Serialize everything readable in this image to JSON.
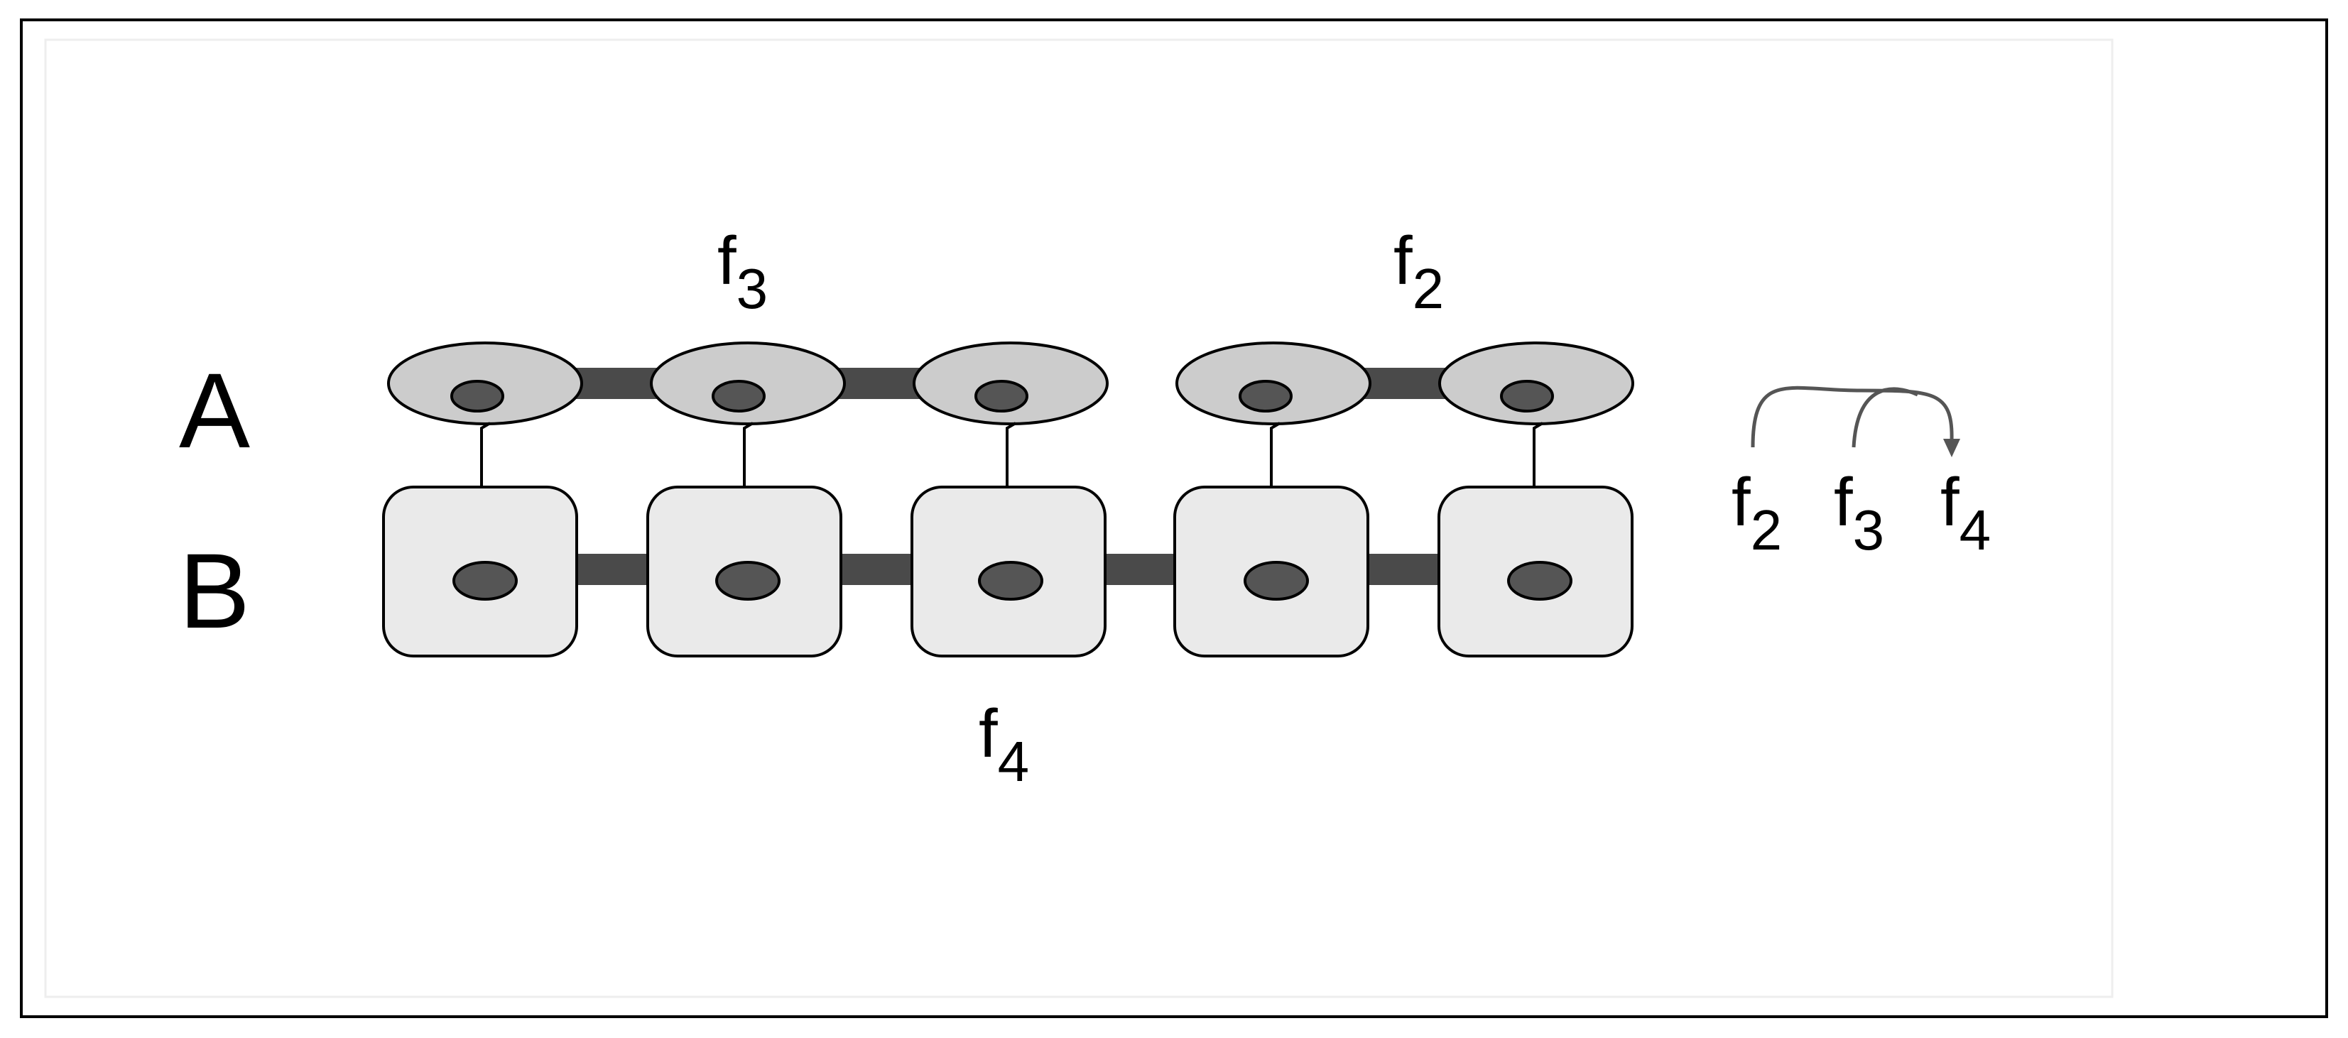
{
  "rows": {
    "a_label": "A",
    "b_label": "B"
  },
  "annotations": [
    {
      "id": "f3",
      "base": "f",
      "sub": "3"
    },
    {
      "id": "f2",
      "base": "f",
      "sub": "2"
    },
    {
      "id": "f4",
      "base": "f",
      "sub": "4"
    }
  ],
  "legend": [
    {
      "base": "f",
      "sub": "2"
    },
    {
      "base": "f",
      "sub": "3"
    },
    {
      "base": "f",
      "sub": "4"
    }
  ],
  "cells_per_row": 5,
  "colors": {
    "cell_a_fill": "#cccccc",
    "cell_b_fill": "#eaeaea",
    "nucleus": "#555555",
    "junction_bar": "#4a4a4a"
  }
}
